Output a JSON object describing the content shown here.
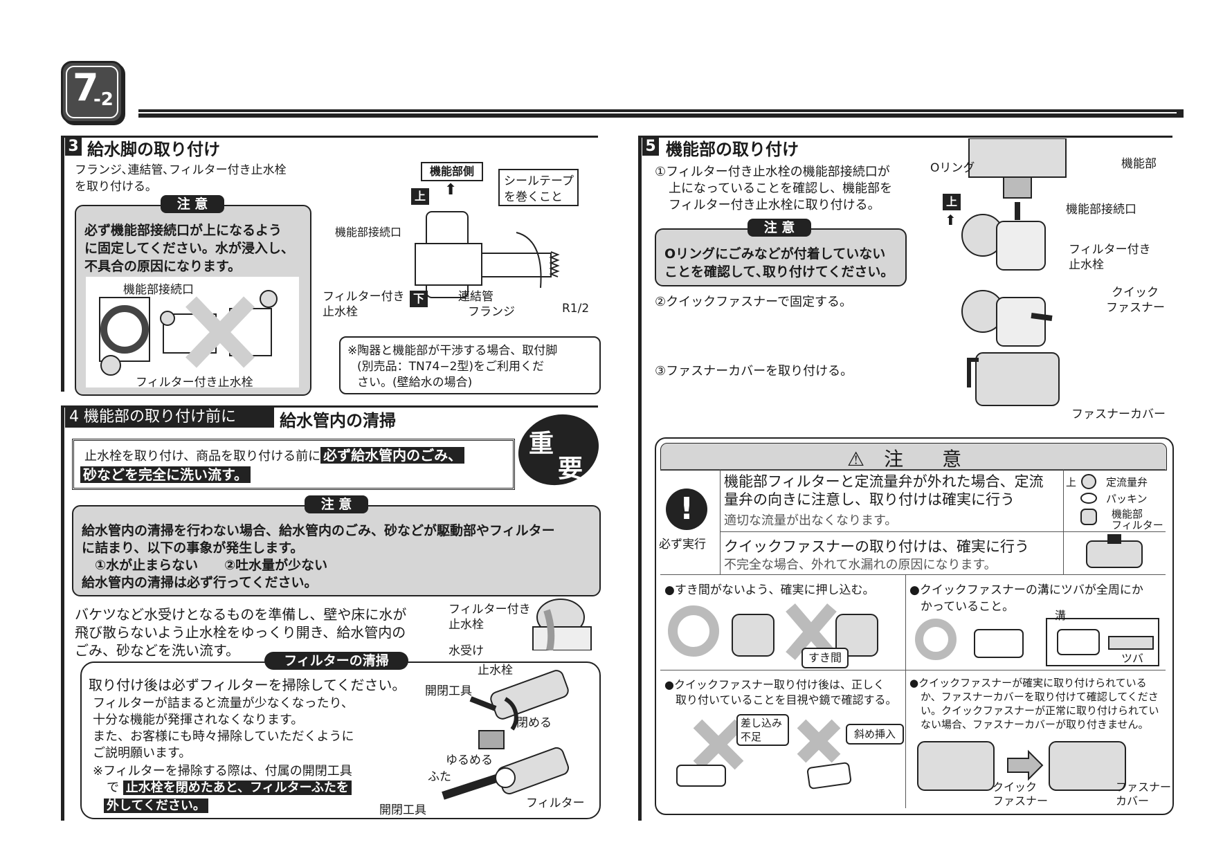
{
  "header": {
    "badge_main": "7",
    "badge_sub": "-2"
  },
  "s3": {
    "num": "3",
    "title": "給水脚の取り付け",
    "intro": [
      "フランジ､連結管､フィルター付き止水栓",
      "を取り付ける｡"
    ],
    "caution_tag": "注 意",
    "caution_lines": [
      "必ず機能部接続口が上になるよう",
      "に固定してください。水が浸入し、",
      "不具合の原因になります。"
    ],
    "img_label_top": "機能部接続口",
    "img_label_bottom": "フィルター付き止水栓",
    "diagram": {
      "side_label": "機能部側",
      "up": "上",
      "down": "下",
      "seal": [
        "シールテープ",
        "を巻くこと"
      ],
      "port": "機能部接続口",
      "valve": [
        "フィルター付き",
        "止水栓"
      ],
      "pipe": "連結管",
      "flange": "フランジ",
      "thread": "R1/2"
    },
    "note": [
      "※陶器と機能部が干渉する場合、取付脚",
      "(別売品：TN74−2型)をご利用くだ",
      "さい。(壁給水の場合)"
    ]
  },
  "s4": {
    "num": "4 機能部の取り付け前に",
    "title": "給水管内の清掃",
    "important": [
      "重",
      "要"
    ],
    "box_text": "止水栓を取り付け、商品を取り付ける前に",
    "box_hl1": "必ず給水管内のごみ、",
    "box_hl2": "砂などを完全に洗い流す。",
    "caution_tag": "注 意",
    "caution_lines": [
      "給水管内の清掃を行わない場合、給水管内のごみ、砂などが駆動部やフィルター",
      "に詰まり、以下の事象が発生します。",
      "　①水が止まらない　　②吐水量が少ない",
      "給水管内の清掃は必ず行ってください。"
    ],
    "bucket_lines": [
      "バケツなど水受けとなるものを準備し、壁や床に水が",
      "飛び散らないよう止水栓をゆっくり開き、給水管内の",
      "ごみ、砂などを洗い流す。"
    ],
    "valve_label": [
      "フィルター付き",
      "止水栓"
    ],
    "tray_label": "水受け",
    "filter_tag": "フィルターの清掃",
    "filter_lead": "取り付け後は必ずフィルターを掃除してください。",
    "filter_lines": [
      "フィルターが詰まると流量が少なくなったり、",
      "十分な機能が発揮されなくなります。",
      "また、お客様にも時々掃除していただくように",
      "ご説明願います。"
    ],
    "filter_note1": "※フィルターを掃除する際は、付属の開閉工具",
    "filter_note2_pre": "で",
    "filter_note2_hl": "止水栓を閉めたあと、フィルターふたを",
    "filter_note3_hl": "外してください。",
    "tool_labels": {
      "valve": "止水栓",
      "tool1": "開閉工具",
      "close": "閉める",
      "loosen": "ゆるめる",
      "lid": "ふた",
      "tool2": "開閉工具",
      "filter": "フィルター"
    }
  },
  "s5": {
    "num": "5",
    "title": "機能部の取り付け",
    "step1": [
      "①フィルター付き止水栓の機能部接続口が",
      "上になっていることを確認し、機能部を",
      "フィルター付き止水栓に取り付ける。"
    ],
    "caution_tag": "注 意",
    "caution_lines": [
      "Oリングにごみなどが付着していない",
      "ことを確認して､取り付けてください。"
    ],
    "step2": "②クイックファスナーで固定する。",
    "step3": "③ファスナーカバーを取り付ける。",
    "labels": {
      "oring": "Oリング",
      "unit": "機能部",
      "port": "機能部接続口",
      "up": "上",
      "valve": [
        "フィルター付き",
        "止水栓"
      ],
      "fastener": [
        "クイック",
        "ファスナー"
      ],
      "cover": "ファスナーカバー"
    }
  },
  "warning": {
    "title": "⚠　注　　意",
    "must": "必ず実行",
    "row1_title": [
      "機能部フィルターと定流量弁が外れた場合、定流",
      "量弁の向きに注意し、取り付けは確実に行う"
    ],
    "row1_sub": "適切な流量が出なくなります。",
    "row1_parts": {
      "up": "上",
      "valve": "定流量弁",
      "packing": "パッキン",
      "filter": [
        "機能部",
        "フィルター"
      ]
    },
    "row2_title": "クイックファスナーの取り付けは、確実に行う",
    "row2_sub": "不完全な場合、外れて水漏れの原因になります。",
    "c1": "●すき間がないよう、確実に押し込む。",
    "c1_gap": "すき間",
    "c2": [
      "●クイックファスナーの溝にツバが全周にか",
      "かっていること。"
    ],
    "c2_groove": "溝",
    "c2_brim": "ツバ",
    "c3": [
      "●クイックファスナー取り付け後は、正しく",
      "取り付いていることを目視や鏡で確認する。"
    ],
    "c3_bad1": [
      "差し込み",
      "不足"
    ],
    "c3_bad2": "斜め挿入",
    "c4": [
      "●クイックファスナーが確実に取り付けられている",
      "か、ファスナーカバーを取り付けて確認してくださ",
      "い。クイックファスナーが正常に取り付けられてい",
      "ない場合、ファスナーカバーが取り付きません。"
    ],
    "c4_fastener": [
      "クイック",
      "ファスナー"
    ],
    "c4_cover": [
      "ファスナー",
      "カバー"
    ]
  }
}
